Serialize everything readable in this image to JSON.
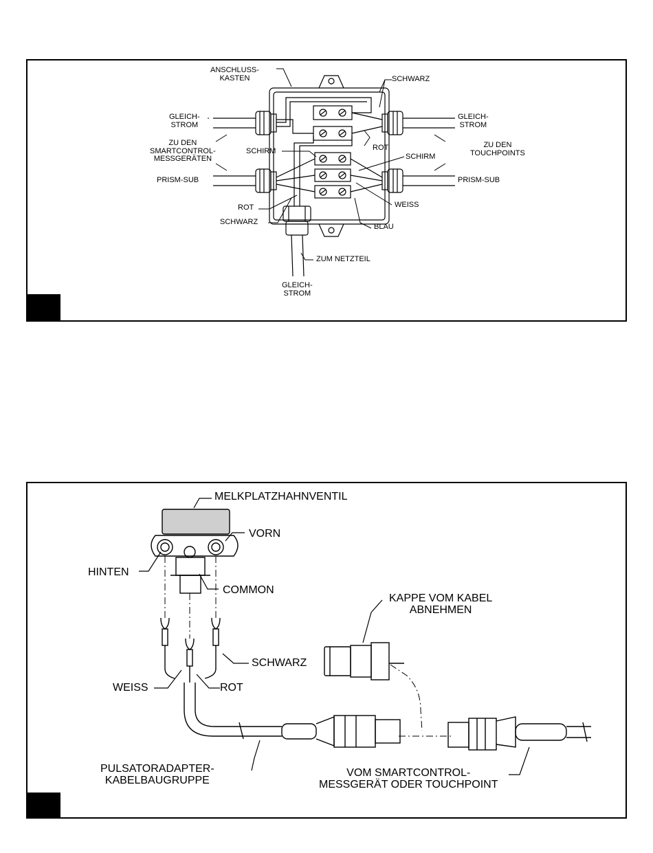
{
  "figure1": {
    "labels": {
      "anschlusskasten": "ANSCHLUSS-\nKASTEN",
      "schwarz_top": "SCHWARZ",
      "gleichstrom_left": "GLEICH-\nSTROM",
      "gleichstrom_right": "GLEICH-\nSTROM",
      "zu_den_smartcontrol": "ZU DEN\nSMARTCONTROL-\nMESSGERÄTEN",
      "zu_den_touchpoints": "ZU DEN\nTOUCHPOINTS",
      "rot_top": "ROT",
      "schirm_left": "SCHIRM",
      "schirm_right": "SCHIRM",
      "prism_sub_left": "PRISM-SUB",
      "prism_sub_right": "PRISM-SUB",
      "rot_bottom": "ROT",
      "weiss": "WEISS",
      "schwarz_bottom": "SCHWARZ",
      "blau": "BLAU",
      "zum_netzteil": "ZUM NETZTEIL",
      "gleichstrom_bottom": "GLEICH-\nSTROM"
    }
  },
  "figure2": {
    "labels": {
      "melkplatzhahnventil": "MELKPLATZHAHNVENTIL",
      "vorn": "VORN",
      "hinten": "HINTEN",
      "common": "COMMON",
      "kappe": "KAPPE VOM KABEL\nABNEHMEN",
      "schwarz": "SCHWARZ",
      "weiss": "WEISS",
      "rot": "ROT",
      "pulsatoradapter": "PULSATORADAPTER-\nKABELBAUGRUPPE",
      "vom_smartcontrol": "VOM SMARTCONTROL-\nMESSGERÄT ODER TOUCHPOINT"
    }
  }
}
